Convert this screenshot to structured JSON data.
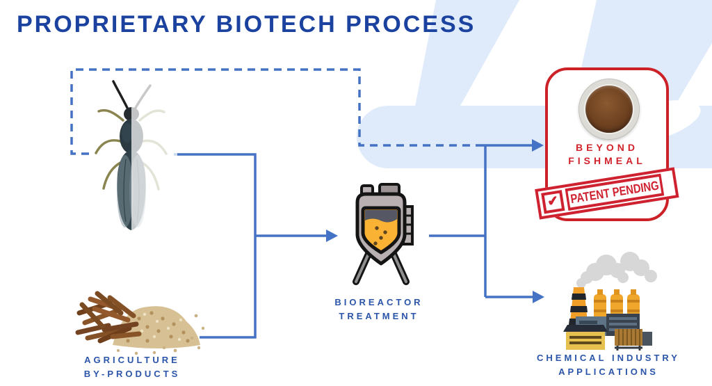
{
  "title": "PROPRIETARY BIOTECH PROCESS",
  "nodes": {
    "fly": {
      "icon": "black-soldier-fly"
    },
    "agriculture": {
      "line1": "AGRICULTURE",
      "line2": "BY-PRODUCTS",
      "icon": "wood-pellets-and-grain-pile"
    },
    "bioreactor": {
      "line1": "BIOREACTOR",
      "line2": "TREATMENT",
      "icon": "bioreactor-vessel"
    },
    "fishmeal": {
      "line1": "BEYOND",
      "line2": "FISHMEAL",
      "stamp_text": "PATENT PENDING",
      "check_glyph": "✔",
      "icon": "fishmeal-powder-dish"
    },
    "chemical": {
      "line1": "CHEMICAL INDUSTRY",
      "line2": "APPLICATIONS",
      "icon": "chemical-factory"
    }
  },
  "flow": {
    "dashed_path": "fly → beyond-fishmeal (direct, dashed)",
    "solid_paths": [
      "fly → bioreactor",
      "agriculture-by-products → bioreactor",
      "bioreactor → beyond-fishmeal",
      "bioreactor → chemical-industry-applications"
    ]
  },
  "colors": {
    "title_blue": "#1C429F",
    "label_blue": "#2B55A9",
    "arrow_blue": "#4472C4",
    "red": "#CC2127",
    "stamp_red": "#CF2230",
    "watermark_blue": "#DFEAFA",
    "liquid_orange": "#F9B233"
  }
}
